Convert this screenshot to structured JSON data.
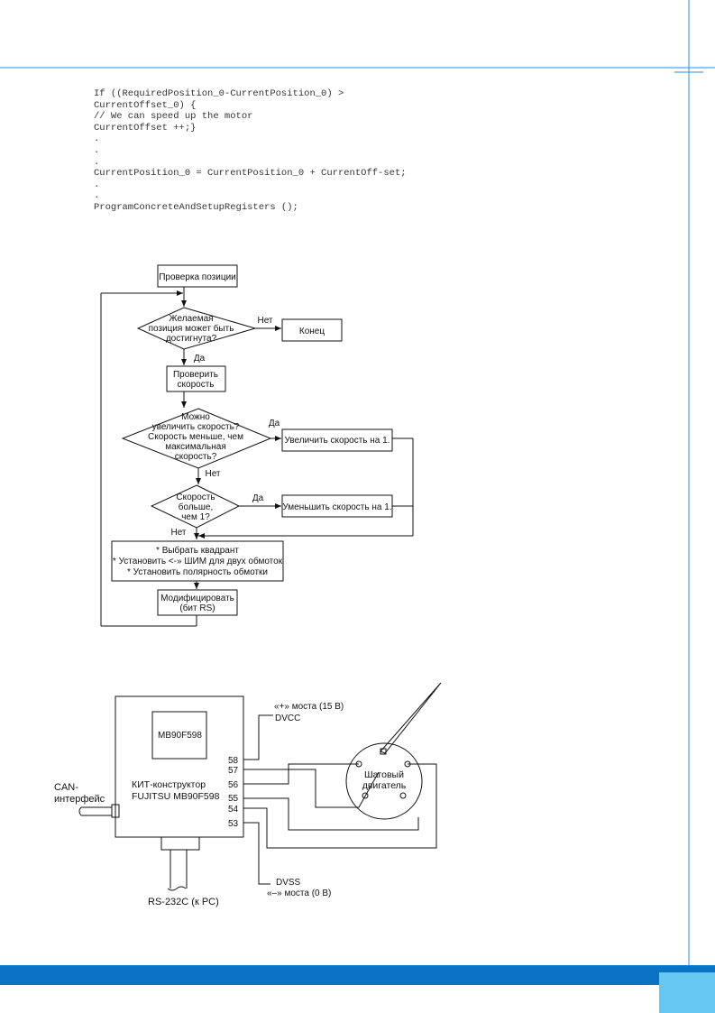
{
  "code_lines": [
    "If ((RequiredPosition_0-CurrentPosition_0) >",
    "CurrentOffset_0) {",
    "// We can speed up the motor",
    "CurrentOffset ++;}",
    ".",
    ".",
    ".",
    "CurrentPosition_0 = CurrentPosition_0 + CurrentOff-set;",
    ".",
    ".",
    "ProgramConcreteAndSetupRegisters ();"
  ],
  "flowchart": {
    "check_position": "Проверка позиции",
    "reachable": [
      "Желаемая",
      "позиция может быть",
      "достигнута?"
    ],
    "end": "Конец",
    "check_speed": [
      "Проверить",
      "скорость"
    ],
    "can_increase": [
      "Можно",
      "увеличить скорость?",
      "Скорость меньше, чем",
      "максимальная",
      "скорость?"
    ],
    "increase": "Увеличить скорость на 1.",
    "greater_than_one": [
      "Скорость",
      "больше,",
      "чем 1?"
    ],
    "decrease": "Уменьшить скорость на 1.",
    "actions": [
      "* Выбрать квадрант",
      "* Установить <-» ШИМ для двух обмоток",
      "* Установить полярность обмотки"
    ],
    "modify": [
      "Модифицировать",
      "(бит RS)"
    ],
    "yes": "Да",
    "no": "Нет"
  },
  "circuit": {
    "chip": "MB90F598",
    "board": [
      "КИТ-конструктор",
      "FUJITSU MB90F598"
    ],
    "pins": [
      "58",
      "57",
      "56",
      "55",
      "54",
      "53"
    ],
    "can_label": [
      "CAN-",
      "интерфейс"
    ],
    "rs232_label": "RS-232C (к PC)",
    "bridge_plus": "«+» моста (15 В)",
    "dvcc": "DVCC",
    "dvss": "DVSS",
    "bridge_minus": "«–» моста (0 В)",
    "motor": [
      "Шаговый",
      "двигатель"
    ]
  }
}
